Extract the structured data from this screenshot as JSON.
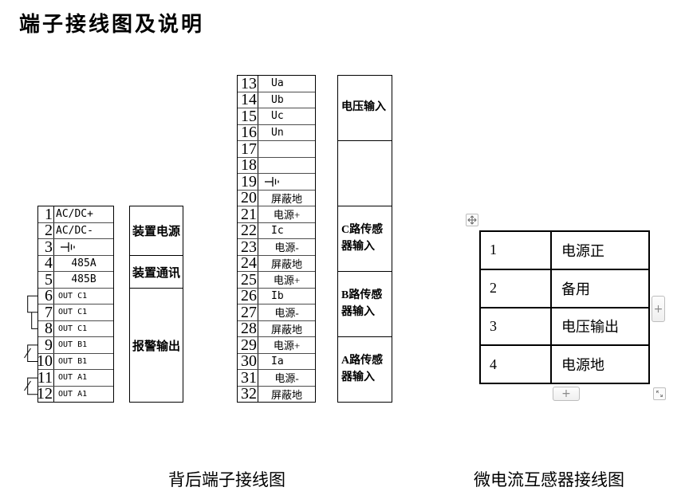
{
  "title": "端子接线图及说明",
  "captions": {
    "left": "背后端子接线图",
    "right": "微电流互感器接线图"
  },
  "rear_terminals": {
    "rows": [
      {
        "num": "1",
        "label": "AC/DC+"
      },
      {
        "num": "2",
        "label": "AC/DC-"
      },
      {
        "num": "3",
        "label": "",
        "icon": "earth-ground-icon"
      },
      {
        "num": "4",
        "label": "485A"
      },
      {
        "num": "5",
        "label": "485B"
      },
      {
        "num": "6",
        "label": "OUT C1"
      },
      {
        "num": "7",
        "label": "OUT C1"
      },
      {
        "num": "8",
        "label": "OUT C1"
      },
      {
        "num": "9",
        "label": "OUT B1"
      },
      {
        "num": "10",
        "label": "OUT B1"
      },
      {
        "num": "11",
        "label": "OUT A1"
      },
      {
        "num": "12",
        "label": "OUT A1"
      }
    ],
    "groups": [
      {
        "label": "装置电源",
        "span": 3
      },
      {
        "label": "装置通讯",
        "span": 2
      },
      {
        "label": "报警输出",
        "span": 7
      }
    ]
  },
  "sensor_terminals": {
    "rows": [
      {
        "num": "13",
        "label": "Ua"
      },
      {
        "num": "14",
        "label": "Ub"
      },
      {
        "num": "15",
        "label": "Uc"
      },
      {
        "num": "16",
        "label": "Un"
      },
      {
        "num": "17",
        "label": ""
      },
      {
        "num": "18",
        "label": ""
      },
      {
        "num": "19",
        "label": "",
        "icon": "earth-ground-icon"
      },
      {
        "num": "20",
        "label": "屏蔽地"
      },
      {
        "num": "21",
        "label": "电源+"
      },
      {
        "num": "22",
        "label": "Ic"
      },
      {
        "num": "23",
        "label": "电源-"
      },
      {
        "num": "24",
        "label": "屏蔽地"
      },
      {
        "num": "25",
        "label": "电源+"
      },
      {
        "num": "26",
        "label": "Ib"
      },
      {
        "num": "27",
        "label": "电源-"
      },
      {
        "num": "28",
        "label": "屏蔽地"
      },
      {
        "num": "29",
        "label": "电源+"
      },
      {
        "num": "30",
        "label": "Ia"
      },
      {
        "num": "31",
        "label": "电源-"
      },
      {
        "num": "32",
        "label": "屏蔽地"
      }
    ],
    "groups": [
      {
        "label": "电压输入",
        "span": 4
      },
      {
        "label": "",
        "span": 4
      },
      {
        "label": "C路传感器输入",
        "span": 4
      },
      {
        "label": "B路传感器输入",
        "span": 4
      },
      {
        "label": "A路传感器输入",
        "span": 4
      }
    ]
  },
  "transformer_table": {
    "rows": [
      {
        "num": "1",
        "label": "电源正"
      },
      {
        "num": "2",
        "label": "备用"
      },
      {
        "num": "3",
        "label": "电压输出"
      },
      {
        "num": "4",
        "label": "电源地"
      }
    ]
  },
  "table_controls": {
    "move_handle_icon": "move-cross-icon",
    "add_column_label": "+",
    "add_row_label": "+",
    "resize_icon": "diagonal-resize-icon"
  }
}
